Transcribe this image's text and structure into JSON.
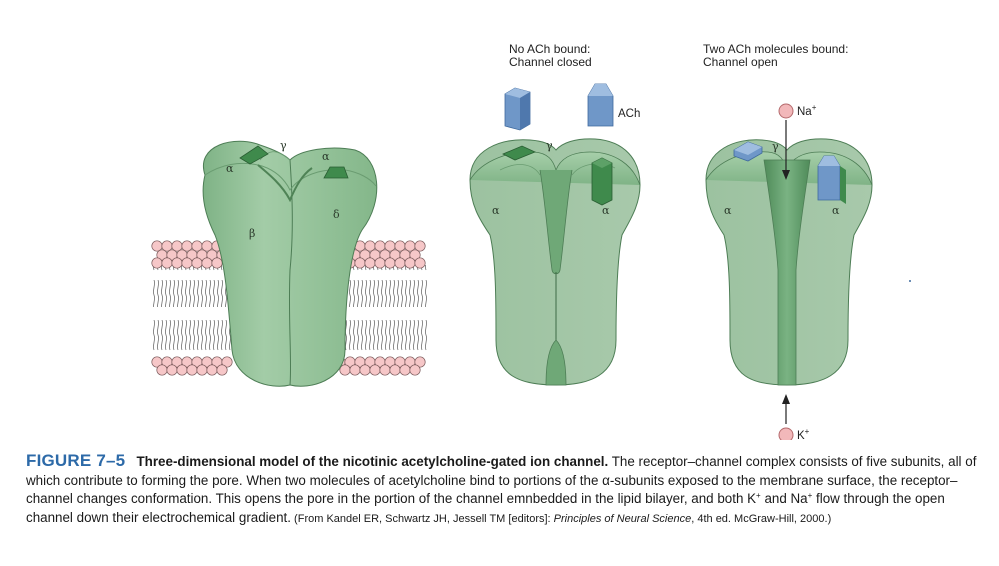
{
  "panels": {
    "middle_heading": [
      "No ACh bound:",
      "Channel closed"
    ],
    "right_heading": [
      "Two ACh molecules bound:",
      "Channel open"
    ]
  },
  "labels": {
    "ach": "ACh",
    "na": "Na",
    "k": "K",
    "plus": "+",
    "alpha": "α",
    "beta": "β",
    "gamma": "γ",
    "delta": "δ"
  },
  "caption": {
    "figure_number": "FIGURE 7–5",
    "title": "Three-dimensional model of the nicotinic acetylcholine-gated ion channel.",
    "body_1": " The receptor–channel complex consists of five subunits, all of which contribute to forming the pore. When two molecules of acetylcholine bind to portions of the α-subunits exposed to the membrane surface, the receptor–channel changes conformation. This opens the pore in the portion of the channel emnbedded in the lipid bilayer, and both K",
    "body_2": " and Na",
    "body_3": " flow through the open channel down their electrochemical gradient.",
    "source_prefix": "  (From Kandel ER, Schwartz JH, Jessell TM [editors]: ",
    "source_italic": "Principles of Neural Science",
    "source_suffix": ", 4th ed. McGraw-Hill, 2000.)"
  },
  "colors": {
    "protein": "#8fbf94",
    "protein_dark": "#5f9a68",
    "protein_light": "#b9d8bb",
    "ach_block": "#6f97c8",
    "ach_block_dark": "#3f6a9e",
    "ion": "#f2b8ba",
    "lipid_head": "#f6c7c8"
  }
}
